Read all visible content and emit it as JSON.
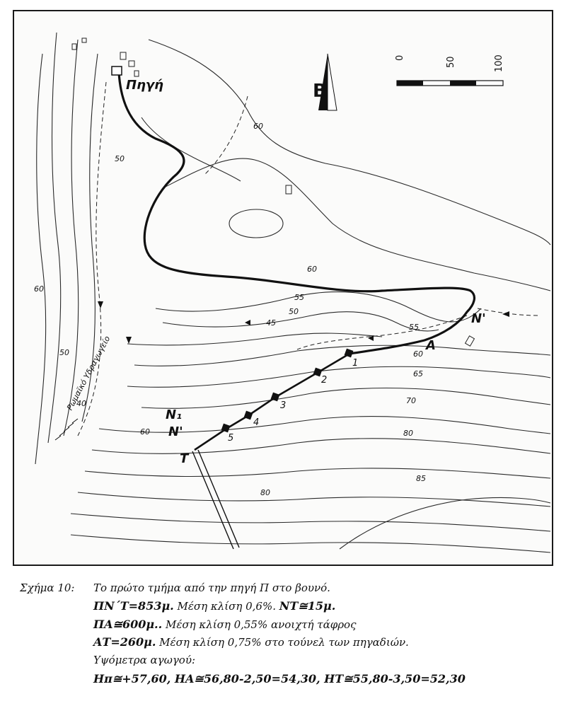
{
  "map": {
    "labels": {
      "source": "Πηγή",
      "north": "Β",
      "point_A": "A",
      "point_N_prime": "N'",
      "point_N_prime_2": "N'",
      "point_N1": "N₁",
      "point_T": "T",
      "aqueduct": "Ρωμαϊκό Υδραγωγείο",
      "shafts": [
        "1",
        "2",
        "3",
        "4",
        "5"
      ],
      "contours": [
        "60",
        "50",
        "60",
        "60",
        "55",
        "50",
        "45",
        "55",
        "60",
        "65",
        "70",
        "80",
        "85",
        "60",
        "50",
        "40",
        "80"
      ]
    },
    "scale_bar": {
      "ticks": [
        "0",
        "50",
        "100"
      ]
    }
  },
  "caption": {
    "figure_label": "Σχήμα 10:",
    "line1": "Το πρώτο τμήμα από την πηγή Π στο βουνό.",
    "line2_bold": "ΠΝ΄Τ=853μ.",
    "line2_rest": " Μέση κλίση 0,6%. ",
    "line2_bold2": "ΝΤ≅15μ.",
    "line3_bold": "ΠΑ≅600μ..",
    "line3_rest": " Μέση κλίση 0,55% ανοιχτή τάφρος",
    "line4_bold": "ΑΤ=260μ.",
    "line4_rest": " Μέση κλίση 0,75% στο τούνελ των πηγαδιών.",
    "line5": "Υψόμετρα αγωγού:",
    "line6": "Ηπ≅+57,60, ΗΑ≅56,80-2,50=54,30, ΗΤ≅55,80-3,50=52,30"
  }
}
